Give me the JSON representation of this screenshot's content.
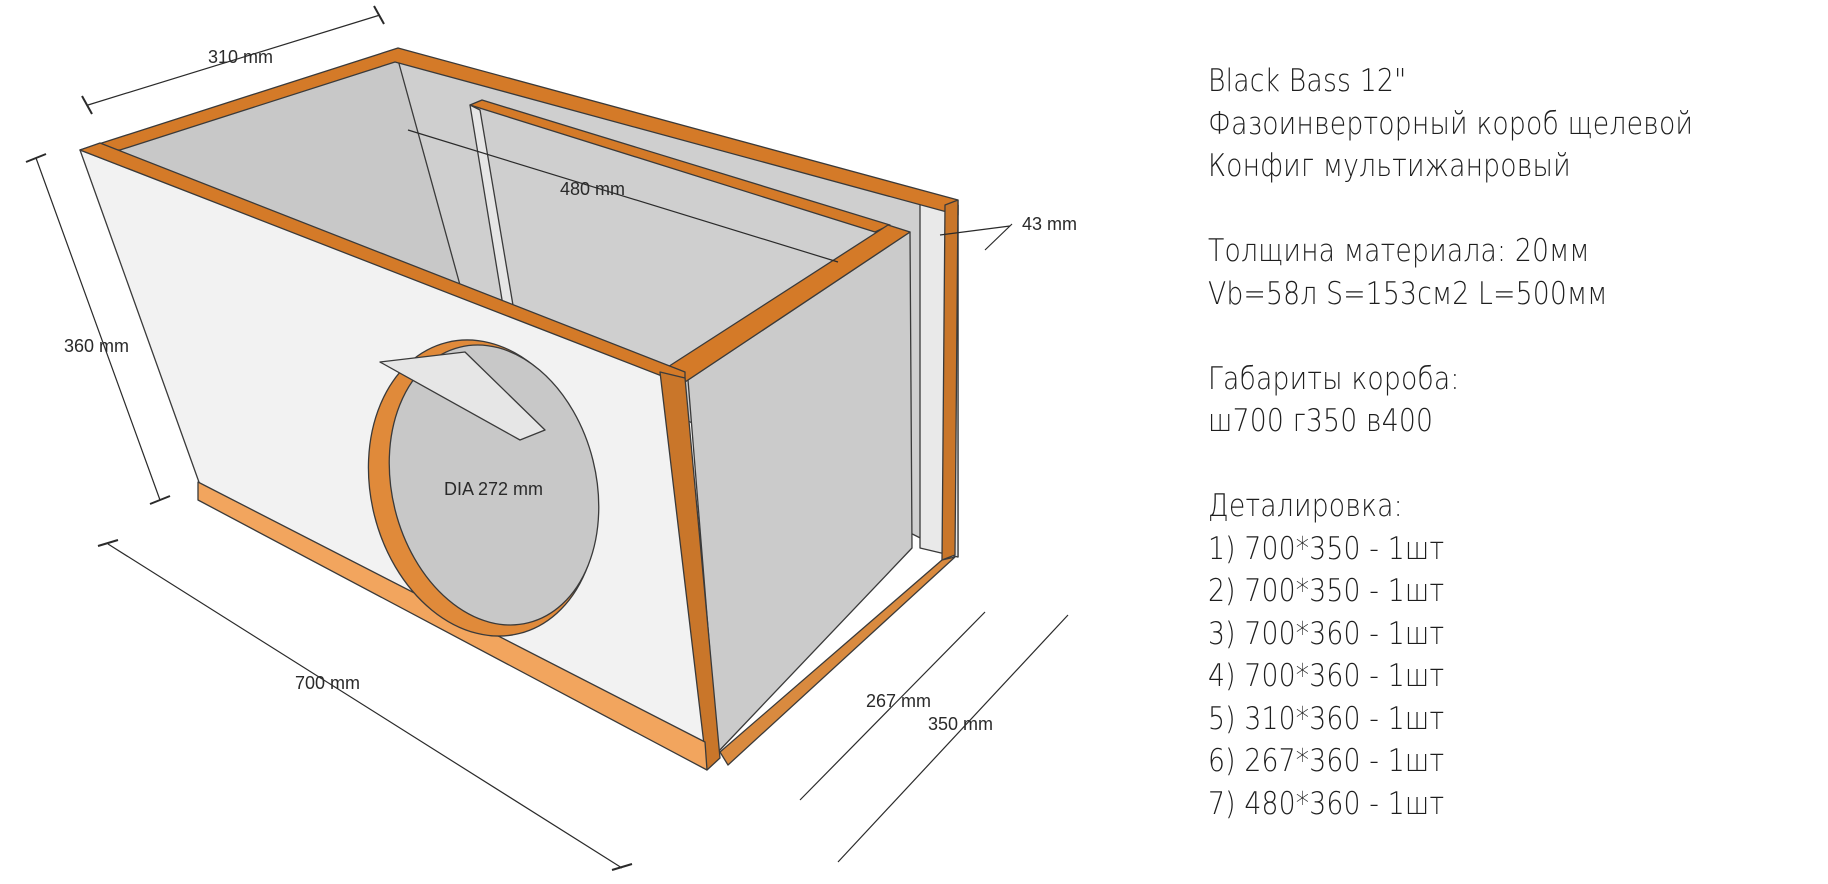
{
  "diagram": {
    "dimensions": {
      "width_top": "310 mm",
      "inner_depth": "480 mm",
      "slot": "43 mm",
      "height": "360 mm",
      "dia": "DIA 272 mm",
      "length": "700 mm",
      "inner_side": "267 mm",
      "depth": "350 mm"
    },
    "colors": {
      "panel_edge": "#d47a28",
      "panel_edge_light": "#f2a55e",
      "face": "#f2f2f2",
      "inner_face": "#cfcfcf",
      "line": "#2a2a2a"
    }
  },
  "notes": {
    "title": "Black Bass 12\"",
    "subtitle1": "Фазоинверторный короб щелевой",
    "subtitle2": "Конфиг мультижанровый",
    "thickness": "Толщина материала: 20мм",
    "params": "Vb=58л S=153см2 L=500мм",
    "dims_heading": "Габариты короба:",
    "dims_value": "ш700 г350 в400",
    "parts_heading": "Деталировка:",
    "parts": [
      "1) 700*350 - 1шт",
      "2) 700*350 - 1шт",
      "3) 700*360 - 1шт",
      "4) 700*360 - 1шт",
      "5) 310*360 - 1шт",
      "6) 267*360 - 1шт",
      "7) 480*360 - 1шт"
    ]
  }
}
